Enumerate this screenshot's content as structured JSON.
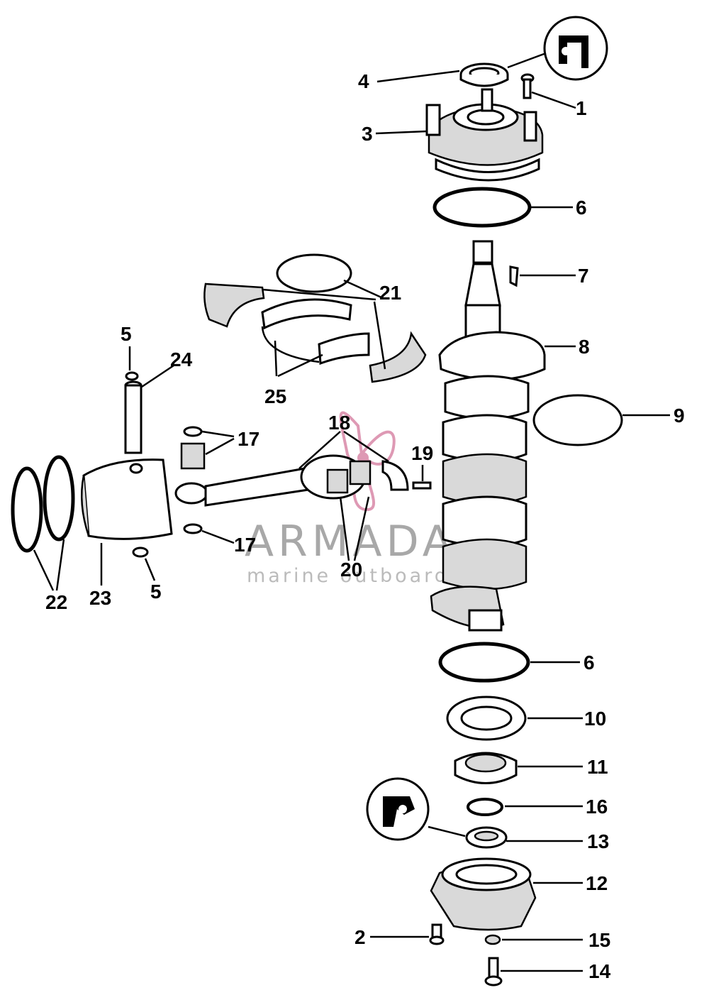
{
  "watermark": {
    "brand": "ARMADA",
    "tagline": "marine outboards",
    "accent_color": "#d4789c",
    "logo_icon": "propeller-icon"
  },
  "callouts": {
    "c1": "1",
    "c2": "2",
    "c3": "3",
    "c4": "4",
    "c5a": "5",
    "c5b": "5",
    "c6a": "6",
    "c6b": "6",
    "c7": "7",
    "c8": "8",
    "c9": "9",
    "c10": "10",
    "c11": "11",
    "c12": "12",
    "c13": "13",
    "c14": "14",
    "c15": "15",
    "c16": "16",
    "c17a": "17",
    "c17b": "17",
    "c18": "18",
    "c19": "19",
    "c20": "20",
    "c21": "21",
    "c22": "22",
    "c23": "23",
    "c24": "24",
    "c25": "25"
  }
}
